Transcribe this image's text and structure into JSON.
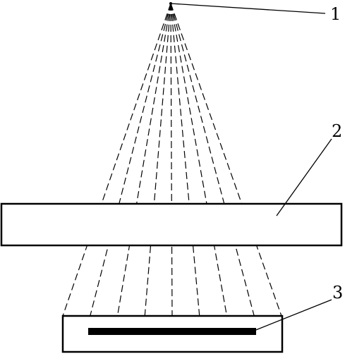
{
  "diagram": {
    "labels": {
      "source": "1",
      "plate": "2",
      "target": "3"
    },
    "ray_count": 9,
    "colors": {
      "stroke": "#000000",
      "background": "#ffffff"
    }
  }
}
